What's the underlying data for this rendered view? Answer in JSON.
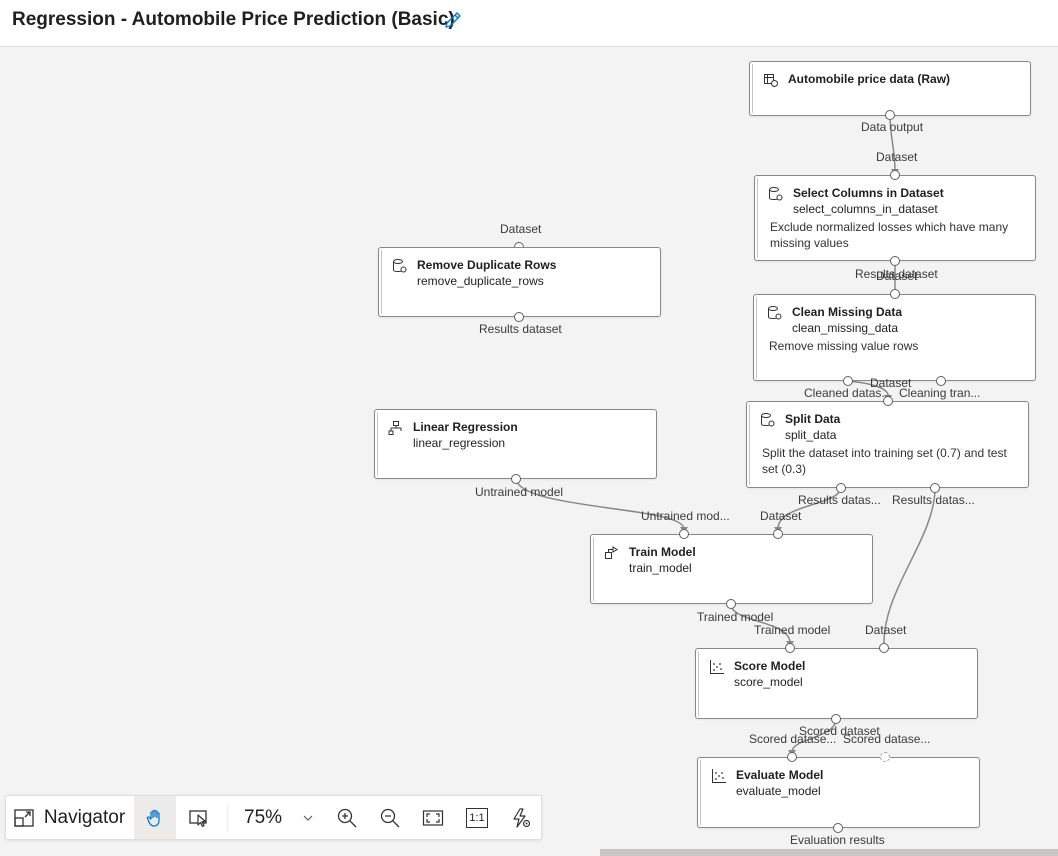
{
  "header": {
    "title": "Regression - Automobile Price Prediction (Basic)",
    "edit_icon": "pencil-icon"
  },
  "nodes": {
    "raw": {
      "title": "Automobile price data (Raw)",
      "out_label": "Data output"
    },
    "select": {
      "in_label": "Dataset",
      "title": "Select Columns in Dataset",
      "sub": "select_columns_in_dataset",
      "desc": "Exclude normalized losses which have many missing values",
      "out_label": "Results dataset"
    },
    "dup": {
      "in_label": "Dataset",
      "title": "Remove Duplicate Rows",
      "sub": "remove_duplicate_rows",
      "out_label": "Results dataset"
    },
    "clean": {
      "in_label": "Dataset",
      "title": "Clean Missing Data",
      "sub": "clean_missing_data",
      "desc": "Remove missing value rows",
      "out1_label": "Cleaned datas...",
      "out2_label": "Cleaning tran..."
    },
    "split": {
      "in_label": "Dataset",
      "title": "Split Data",
      "sub": "split_data",
      "desc": "Split the dataset into training set (0.7) and test set (0.3)",
      "out1_label": "Results datas...",
      "out2_label": "Results datas..."
    },
    "linreg": {
      "title": "Linear Regression",
      "sub": "linear_regression",
      "out_label": "Untrained model"
    },
    "train": {
      "in1_label": "Untrained mod...",
      "in2_label": "Dataset",
      "title": "Train Model",
      "sub": "train_model",
      "out_label": "Trained model"
    },
    "score": {
      "in1_label": "Trained model",
      "in2_label": "Dataset",
      "title": "Score Model",
      "sub": "score_model",
      "out_label": "Scored dataset"
    },
    "evaluate": {
      "in1_label": "Scored datase...",
      "in2_label": "Scored datase...",
      "title": "Evaluate Model",
      "sub": "evaluate_model",
      "out_label": "Evaluation results"
    }
  },
  "toolbar": {
    "navigator_label": "Navigator",
    "zoom_value": "75%",
    "actual_size_label": "1:1",
    "icons": [
      "navigator-icon",
      "pan-hand-icon",
      "select-icon",
      "chevron-down-icon",
      "zoom-in-icon",
      "zoom-out-icon",
      "fit-to-screen-icon",
      "actual-size-icon",
      "auto-layout-icon"
    ]
  },
  "colors": {
    "background": "#f3f3f3",
    "wire": "#8a8886",
    "node_border": "#8a8886",
    "accent": "#0078d4"
  }
}
